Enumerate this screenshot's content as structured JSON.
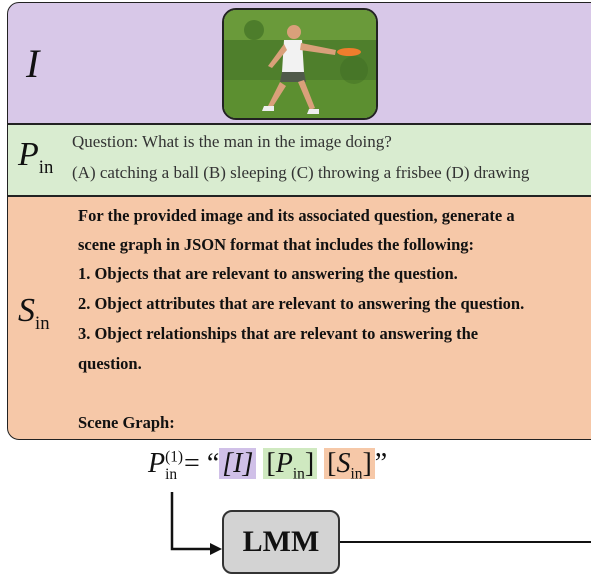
{
  "image_panel": {
    "symbol": "I"
  },
  "question_panel": {
    "symbol": "P",
    "symbol_sub": "in",
    "line1": "Question: What is the man in the image doing?",
    "line2": "(A) catching a ball (B) sleeping (C) throwing a frisbee (D) drawing"
  },
  "scene_panel": {
    "symbol": "S",
    "symbol_sub": "in",
    "lines": [
      "For the provided image and its associated question, generate a",
      "scene graph in JSON format that includes the following:",
      "1. Objects that are relevant to answering the question.",
      "2. Object attributes that are relevant to answering the question.",
      "3. Object relationships that are relevant to answering the",
      "question.",
      "Scene Graph:"
    ]
  },
  "formula": {
    "lhs": "P",
    "lhs_sup": "(1)",
    "lhs_sub": "in",
    "equals": "=",
    "open_quote": "“",
    "close_quote": "”",
    "chip_i": "[I]",
    "chip_p": "P",
    "chip_p_sub": "in",
    "chip_s": "S",
    "chip_s_sub": "in"
  },
  "lmm": {
    "label": "LMM"
  },
  "colors": {
    "image_panel_bg": "#d8c8e8",
    "question_panel_bg": "#d9ecd0",
    "scene_panel_bg": "#f6c8a8",
    "lmm_bg": "#d3d3d3"
  }
}
